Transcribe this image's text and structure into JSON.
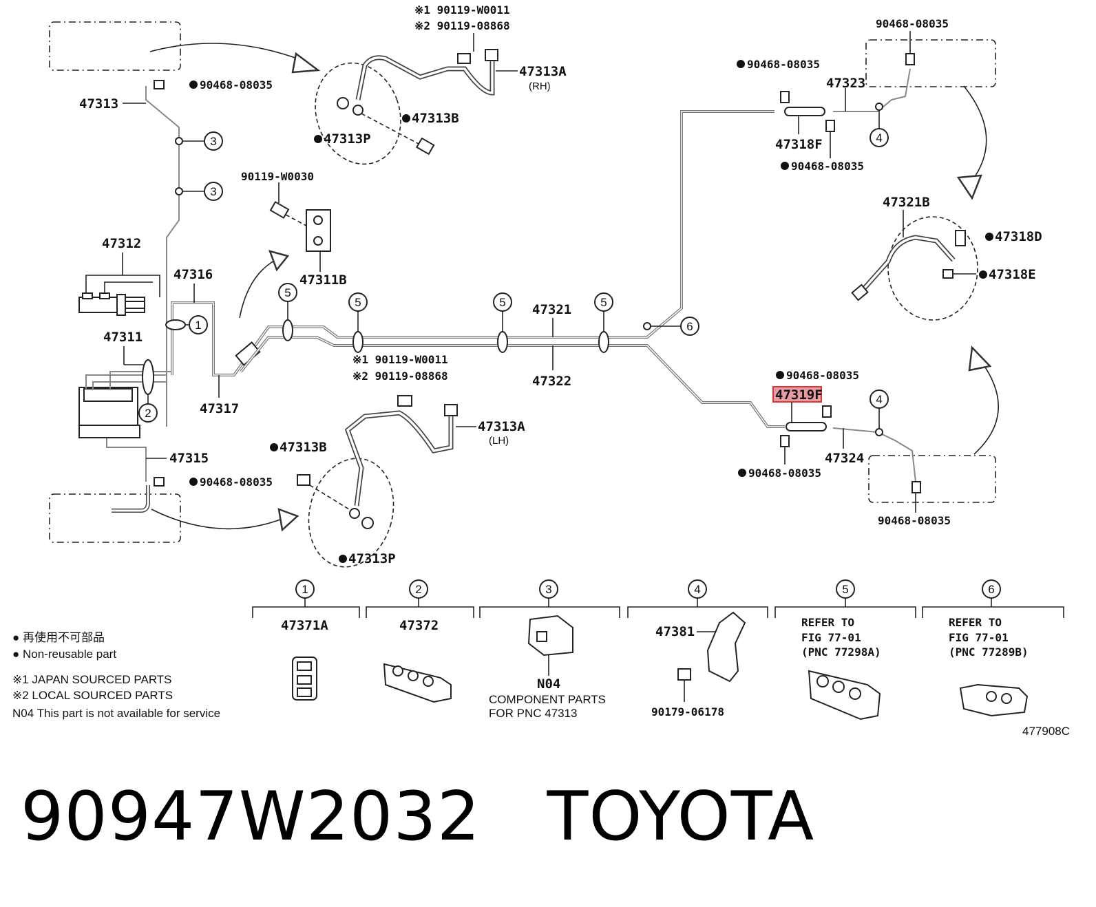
{
  "callouts": {
    "p47313": "47313",
    "clip_top_left": "90468-08035",
    "p47312": "47312",
    "p47316": "47316",
    "p47311": "47311",
    "p47317": "47317",
    "p47315": "47315",
    "clip_bottom_left": "90468-08035",
    "rh_note1": "※1 90119-W0011",
    "rh_note2": "※2 90119-08868",
    "p47313A_rh": "47313A",
    "rh": "(RH)",
    "p47313B_top": "47313B",
    "p47313P_top": "47313P",
    "p90119W0030": "90119-W0030",
    "p47311B": "47311B",
    "mid_note1": "※1 90119-W0011",
    "mid_note2": "※2 90119-08868",
    "p47313A_lh": "47313A",
    "lh": "(LH)",
    "p47313B_bot": "47313B",
    "p47313P_bot": "47313P",
    "p47321": "47321",
    "p47322": "47322",
    "top_right_clip": "90468-08035",
    "rt_clip_a": "90468-08035",
    "p47323": "47323",
    "p47318F": "47318F",
    "rt_clip_b": "90468-08035",
    "p47321B": "47321B",
    "p47318D": "47318D",
    "p47318E": "47318E",
    "rb_clip_a": "90468-08035",
    "p47319F": "47319F",
    "p47324": "47324",
    "rb_clip_b": "90468-08035",
    "bottom_right_clip": "90468-08035"
  },
  "circle_refs": [
    "1",
    "2",
    "3",
    "4",
    "5",
    "6"
  ],
  "legend": {
    "items": [
      {
        "num": "1",
        "part": "47371A"
      },
      {
        "num": "2",
        "part": "47372"
      },
      {
        "num": "3",
        "part": "N04",
        "note1": "COMPONENT PARTS",
        "note2": "FOR PNC 47313"
      },
      {
        "num": "4",
        "part": "47381",
        "sub": "90179-06178"
      },
      {
        "num": "5",
        "ref1": "REFER TO",
        "ref2": "FIG 77-01",
        "ref3": "(PNC 77298A)"
      },
      {
        "num": "6",
        "ref1": "REFER TO",
        "ref2": "FIG 77-01",
        "ref3": "(PNC 77289B)"
      }
    ]
  },
  "notes": {
    "jp": "● 再使用不可部品",
    "en": "● Non-reusable part",
    "n1": "※1 JAPAN SOURCED PARTS",
    "n2": "※2 LOCAL SOURCED PARTS",
    "n04": "N04 This part is not available for service"
  },
  "figure_id": "477908C",
  "footer": {
    "part_number": "90947W2032",
    "brand": "TOYOTA"
  },
  "colors": {
    "highlight_fill": "#e89aa0",
    "highlight_stroke": "#d23a3a"
  }
}
